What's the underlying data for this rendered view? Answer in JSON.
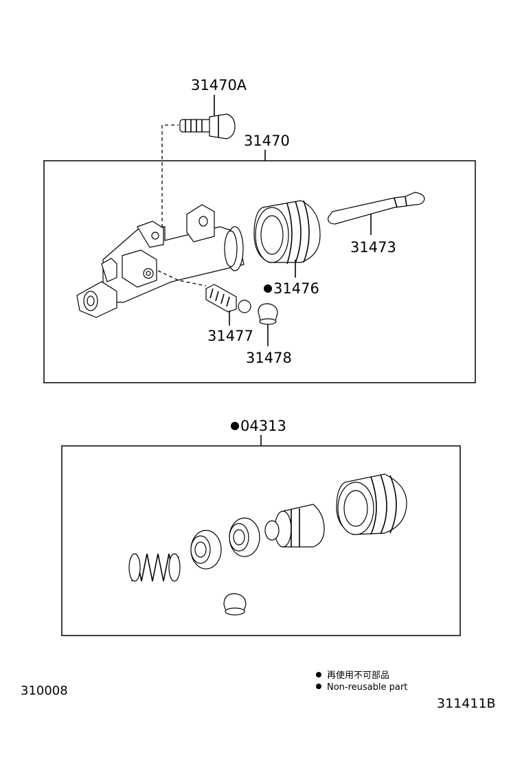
{
  "labels": {
    "p31470A": "31470A",
    "p31470": "31470",
    "p31473": "31473",
    "p31476": "31476",
    "p31477": "31477",
    "p31478": "31478",
    "p04313": "04313"
  },
  "legend": {
    "jp": "再使用不可部品",
    "en": "Non-reusable part"
  },
  "codes": {
    "left": "310008",
    "right": "311411B"
  }
}
